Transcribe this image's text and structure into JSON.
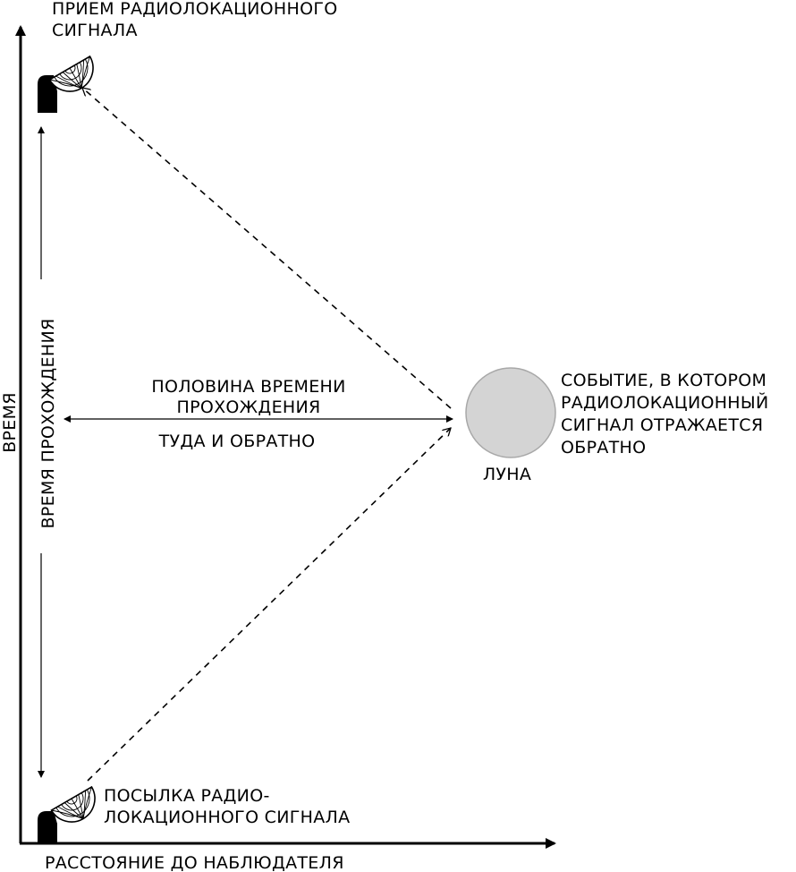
{
  "labels": {
    "receive_line1": "ПРИЕМ РАДИОЛОКАЦИОННОГО",
    "receive_line2": "СИГНАЛА",
    "send_line1": "ПОСЫЛКА РАДИО-",
    "send_line2": "ЛОКАЦИОННОГО СИГНАЛА",
    "half_time_line1": "ПОЛОВИНА ВРЕМЕНИ",
    "half_time_line2": "ПРОХОЖДЕНИЯ",
    "half_time_line3": "ТУДА И ОБРАТНО",
    "event_line1": "СОБЫТИЕ, В КОТОРОМ",
    "event_line2": "РАДИОЛОКАЦИОННЫЙ",
    "event_line3": "СИГНАЛ ОТРАЖАЕТСЯ",
    "event_line4": "ОБРАТНО",
    "moon": "ЛУНА",
    "x_axis": "РАССТОЯНИЕ ДО НАБЛЮДАТЕЛЯ",
    "y_axis": "ВРЕМЯ",
    "travel_time": "ВРЕМЯ ПРОХОЖДЕНИЯ"
  },
  "icons": {
    "top_dish": "radar-dish-icon",
    "bottom_dish": "radar-dish-icon"
  },
  "colors": {
    "moon_fill": "#d4d4d4",
    "moon_stroke": "#a8a8a8",
    "ink": "#000000"
  }
}
